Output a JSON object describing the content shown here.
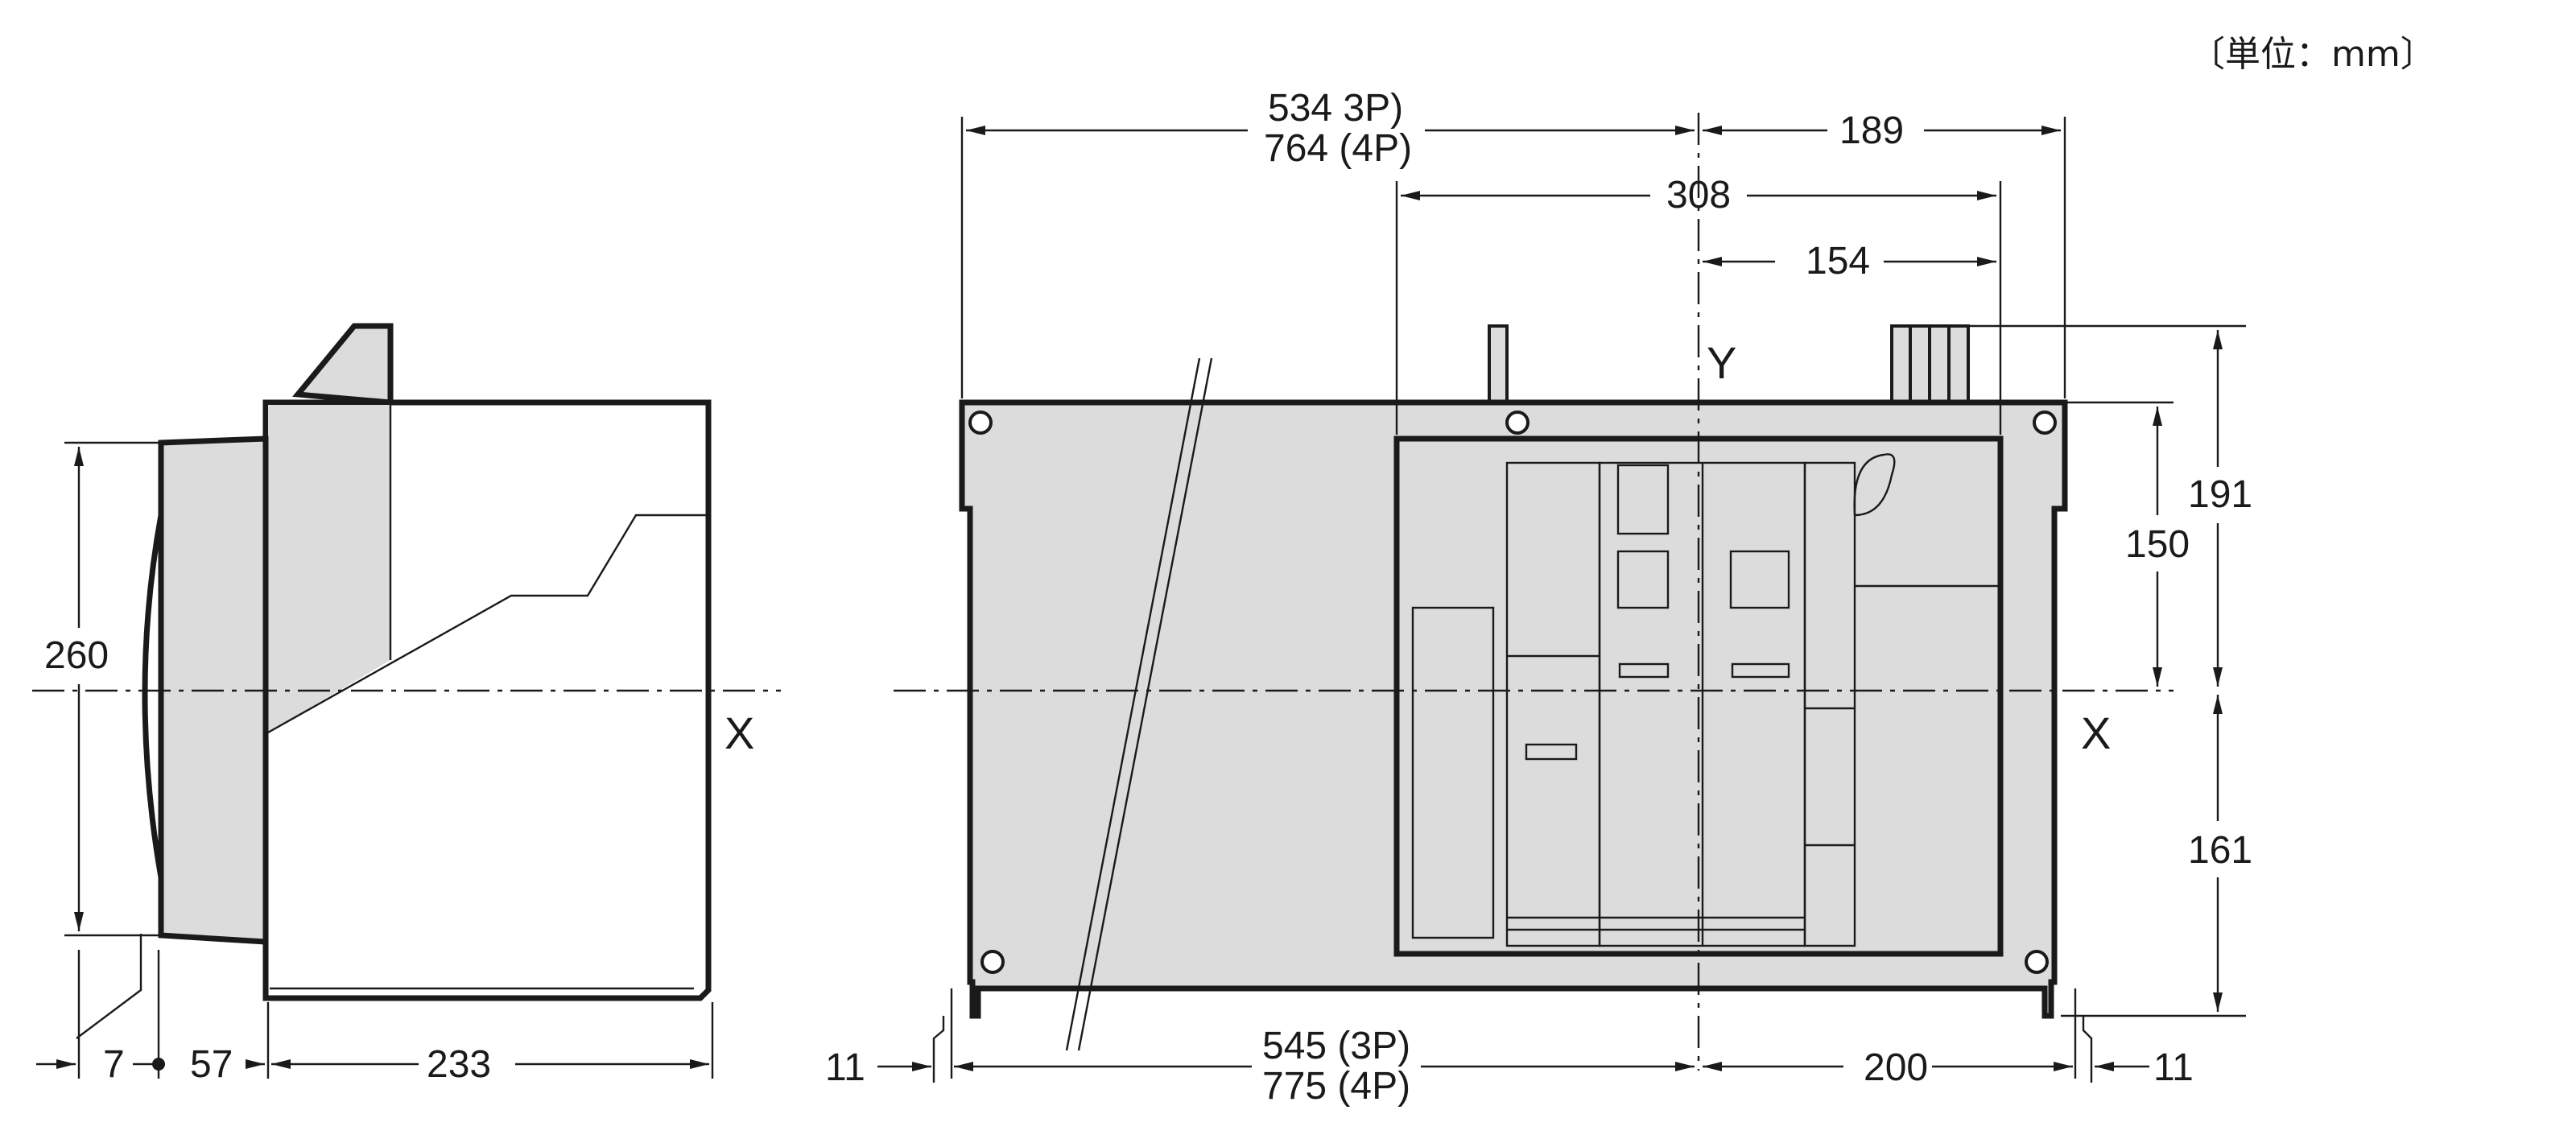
{
  "unit_label": "〔単位：mm〕",
  "axis_labels": {
    "x_left": "X",
    "x_right": "X",
    "y_top": "Y"
  },
  "side_view": {
    "height": "260",
    "depth_front": "7",
    "depth_panel": "57",
    "depth_body": "233"
  },
  "front_view": {
    "width_top_line1": "534 3P)",
    "width_top_line2": "764 (4P)",
    "half_right_top": "189",
    "panel_width": "308",
    "panel_half": "154",
    "height_total_above": "191",
    "height_panel_above": "150",
    "height_below": "161",
    "width_bottom_line1": "545 (3P)",
    "width_bottom_line2": "775 (4P)",
    "half_right_bottom": "200",
    "foot_left": "11",
    "foot_right": "11"
  }
}
